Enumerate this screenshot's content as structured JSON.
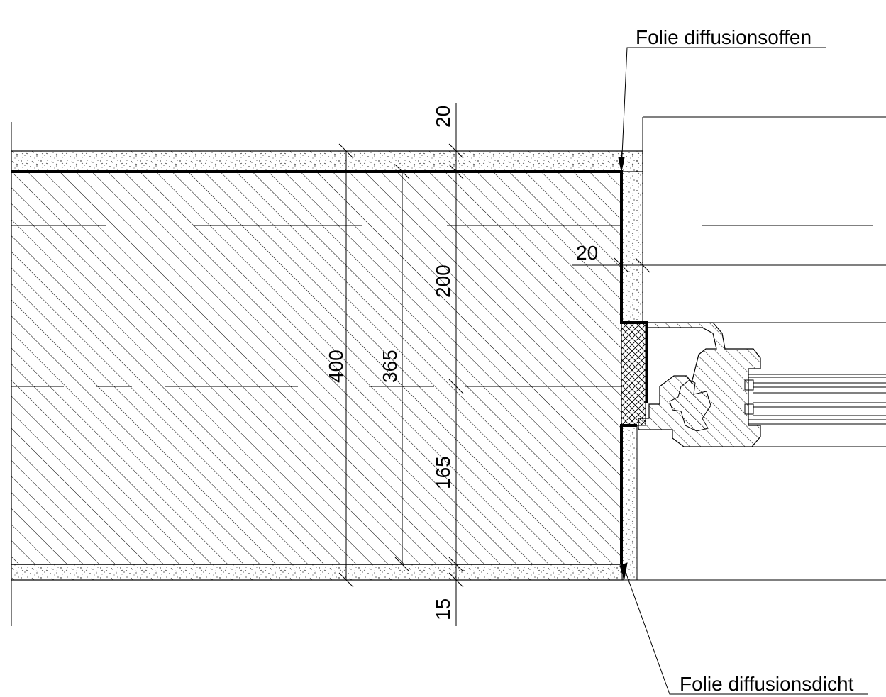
{
  "callouts": {
    "top": "Folie diffusionsoffen",
    "bottom": "Folie diffusionsdicht"
  },
  "dimensions": {
    "plaster_top": "20",
    "wall_total": "400",
    "masonry": "365",
    "upper_part": "200",
    "lower_part": "165",
    "plaster_bottom": "15",
    "reveal_plaster": "20"
  },
  "materials": {
    "plaster": "stipple",
    "masonry": "diagonal-hatch",
    "insulation": "cross-hatch",
    "window_frame": "diagonal-hatch"
  }
}
